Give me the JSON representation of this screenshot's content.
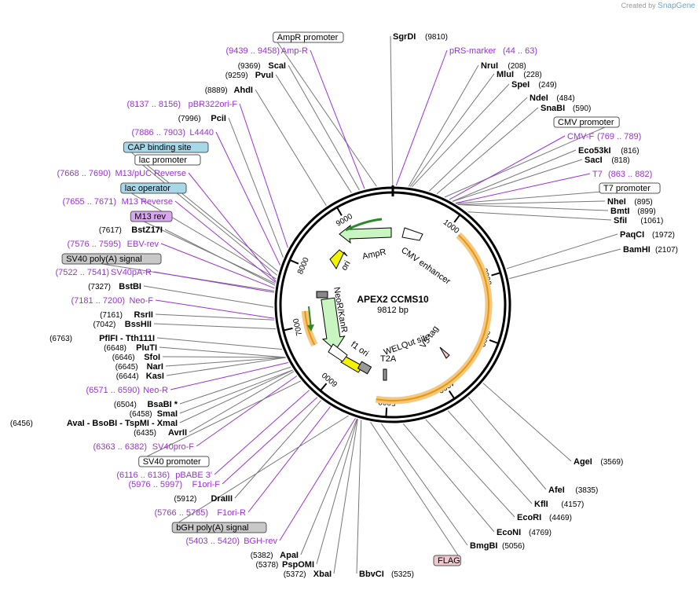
{
  "header": {
    "credit_prefix": "Created by",
    "credit_brand": "SnapGene"
  },
  "plasmid": {
    "name": "APEX2 CCMS10",
    "size": "9812 bp",
    "length": 9812
  },
  "colors": {
    "primer": "#9b30d9",
    "feature_green": "#c8f5c0",
    "ori_yellow": "#f4f400",
    "orange_track": "#e8a020",
    "box_blue": "#a8d8e8",
    "box_gray": "#c8c8c8",
    "box_purple": "#d9a6f0",
    "box_pink": "#f0c8d0"
  },
  "ring_ticks": [
    "1000",
    "2000",
    "3000",
    "4000",
    "5000",
    "6000",
    "7000",
    "8000",
    "9000"
  ],
  "map_features": {
    "ampr": "AmpR",
    "cmv_enhancer": "CMV enhancer",
    "ori": "ori",
    "neor": "NeoR/KanR",
    "f1ori": "f1 ori",
    "welqut": "WELQut site",
    "v5": "V5 tag",
    "t2a": "T2A"
  },
  "right_labels": [
    {
      "name": "SgrDI",
      "pos": "(9810)",
      "kind": "enzyme"
    },
    {
      "name": "pRS-marker",
      "pos": "(44 .. 63)",
      "kind": "primer"
    },
    {
      "name": "NruI",
      "pos": "(208)",
      "kind": "enzyme"
    },
    {
      "name": "MluI",
      "pos": "(228)",
      "kind": "enzyme"
    },
    {
      "name": "SpeI",
      "pos": "(249)",
      "kind": "enzyme"
    },
    {
      "name": "NdeI",
      "pos": "(484)",
      "kind": "enzyme"
    },
    {
      "name": "SnaBI",
      "pos": "(590)",
      "kind": "enzyme"
    },
    {
      "name": "CMV promoter",
      "pos": "",
      "kind": "box_white"
    },
    {
      "name": "CMV-F",
      "pos": "(769 .. 789)",
      "kind": "primer"
    },
    {
      "name": "Eco53kI",
      "pos": "(816)",
      "kind": "enzyme"
    },
    {
      "name": "SacI",
      "pos": "(818)",
      "kind": "enzyme"
    },
    {
      "name": "T7",
      "pos": "(863 .. 882)",
      "kind": "primer"
    },
    {
      "name": "T7 promoter",
      "pos": "",
      "kind": "box_white"
    },
    {
      "name": "NheI",
      "pos": "(895)",
      "kind": "enzyme"
    },
    {
      "name": "BmtI",
      "pos": "(899)",
      "kind": "enzyme"
    },
    {
      "name": "SfiI",
      "pos": "(1061)",
      "kind": "enzyme"
    },
    {
      "name": "PaqCI",
      "pos": "(1972)",
      "kind": "enzyme"
    },
    {
      "name": "BamHI",
      "pos": "(2107)",
      "kind": "enzyme"
    },
    {
      "name": "AgeI",
      "pos": "(3569)",
      "kind": "enzyme"
    },
    {
      "name": "AfeI",
      "pos": "(3835)",
      "kind": "enzyme"
    },
    {
      "name": "KflI",
      "pos": "(4157)",
      "kind": "enzyme"
    },
    {
      "name": "EcoRI",
      "pos": "(4469)",
      "kind": "enzyme"
    },
    {
      "name": "EcoNI",
      "pos": "(4769)",
      "kind": "enzyme"
    },
    {
      "name": "BmgBI",
      "pos": "(5056)",
      "kind": "enzyme"
    },
    {
      "name": "FLAG",
      "pos": "",
      "kind": "box_pink"
    },
    {
      "name": "BbvCI",
      "pos": "(5325)",
      "kind": "enzyme"
    }
  ],
  "left_labels": [
    {
      "name": "AmpR promoter",
      "pos": "",
      "kind": "box_white"
    },
    {
      "name": "Amp-R",
      "pos": "(9439 .. 9458)",
      "kind": "primer"
    },
    {
      "name": "ScaI",
      "pos": "(9369)",
      "kind": "enzyme"
    },
    {
      "name": "PvuI",
      "pos": "(9259)",
      "kind": "enzyme"
    },
    {
      "name": "AhdI",
      "pos": "(8889)",
      "kind": "enzyme"
    },
    {
      "name": "pBR322ori-F",
      "pos": "(8137 .. 8156)",
      "kind": "primer"
    },
    {
      "name": "PciI",
      "pos": "(7996)",
      "kind": "enzyme"
    },
    {
      "name": "L4440",
      "pos": "(7886 .. 7903)",
      "kind": "primer"
    },
    {
      "name": "CAP binding site",
      "pos": "",
      "kind": "box_blue"
    },
    {
      "name": "lac promoter",
      "pos": "",
      "kind": "box_white"
    },
    {
      "name": "M13/pUC Reverse",
      "pos": "(7668 .. 7690)",
      "kind": "primer"
    },
    {
      "name": "lac operator",
      "pos": "",
      "kind": "box_blue"
    },
    {
      "name": "M13 Reverse",
      "pos": "(7655 .. 7671)",
      "kind": "primer"
    },
    {
      "name": "M13 rev",
      "pos": "",
      "kind": "box_purple"
    },
    {
      "name": "BstZ17I",
      "pos": "(7617)",
      "kind": "enzyme"
    },
    {
      "name": "EBV-rev",
      "pos": "(7576 .. 7595)",
      "kind": "primer"
    },
    {
      "name": "SV40 poly(A) signal",
      "pos": "",
      "kind": "box_gray"
    },
    {
      "name": "SV40pA-R",
      "pos": "(7522 .. 7541)",
      "kind": "primer"
    },
    {
      "name": "BstBI",
      "pos": "(7327)",
      "kind": "enzyme"
    },
    {
      "name": "Neo-F",
      "pos": "(7181 .. 7200)",
      "kind": "primer"
    },
    {
      "name": "RsrII",
      "pos": "(7161)",
      "kind": "enzyme"
    },
    {
      "name": "BssHII",
      "pos": "(7042)",
      "kind": "enzyme"
    },
    {
      "name": "PflFI - Tth111I",
      "pos": "(6763)",
      "kind": "enzyme"
    },
    {
      "name": "PluTI",
      "pos": "(6648)",
      "kind": "enzyme"
    },
    {
      "name": "SfoI",
      "pos": "(6646)",
      "kind": "enzyme"
    },
    {
      "name": "NarI",
      "pos": "(6645)",
      "kind": "enzyme"
    },
    {
      "name": "KasI",
      "pos": "(6644)",
      "kind": "enzyme"
    },
    {
      "name": "Neo-R",
      "pos": "(6571 .. 6590)",
      "kind": "primer"
    },
    {
      "name": "BsaBI *",
      "pos": "(6504)",
      "kind": "enzyme"
    },
    {
      "name": "SmaI",
      "pos": "(6458)",
      "kind": "enzyme"
    },
    {
      "name": "AvaI - BsoBI - TspMI - XmaI",
      "pos": "(6456)",
      "kind": "enzyme"
    },
    {
      "name": "AvrII",
      "pos": "(6435)",
      "kind": "enzyme"
    },
    {
      "name": "SV40pro-F",
      "pos": "(6363 .. 6382)",
      "kind": "primer"
    },
    {
      "name": "SV40 promoter",
      "pos": "",
      "kind": "box_white"
    },
    {
      "name": "pBABE 3'",
      "pos": "(6116 .. 6136)",
      "kind": "primer"
    },
    {
      "name": "F1ori-F",
      "pos": "(5976 .. 5997)",
      "kind": "primer"
    },
    {
      "name": "DraIII",
      "pos": "(5912)",
      "kind": "enzyme"
    },
    {
      "name": "F1ori-R",
      "pos": "(5766 .. 5785)",
      "kind": "primer"
    },
    {
      "name": "bGH poly(A) signal",
      "pos": "",
      "kind": "box_gray"
    },
    {
      "name": "BGH-rev",
      "pos": "(5403 .. 5420)",
      "kind": "primer"
    },
    {
      "name": "ApaI",
      "pos": "(5382)",
      "kind": "enzyme"
    },
    {
      "name": "PspOMI",
      "pos": "(5378)",
      "kind": "enzyme"
    },
    {
      "name": "XbaI",
      "pos": "(5372)",
      "kind": "enzyme"
    }
  ]
}
